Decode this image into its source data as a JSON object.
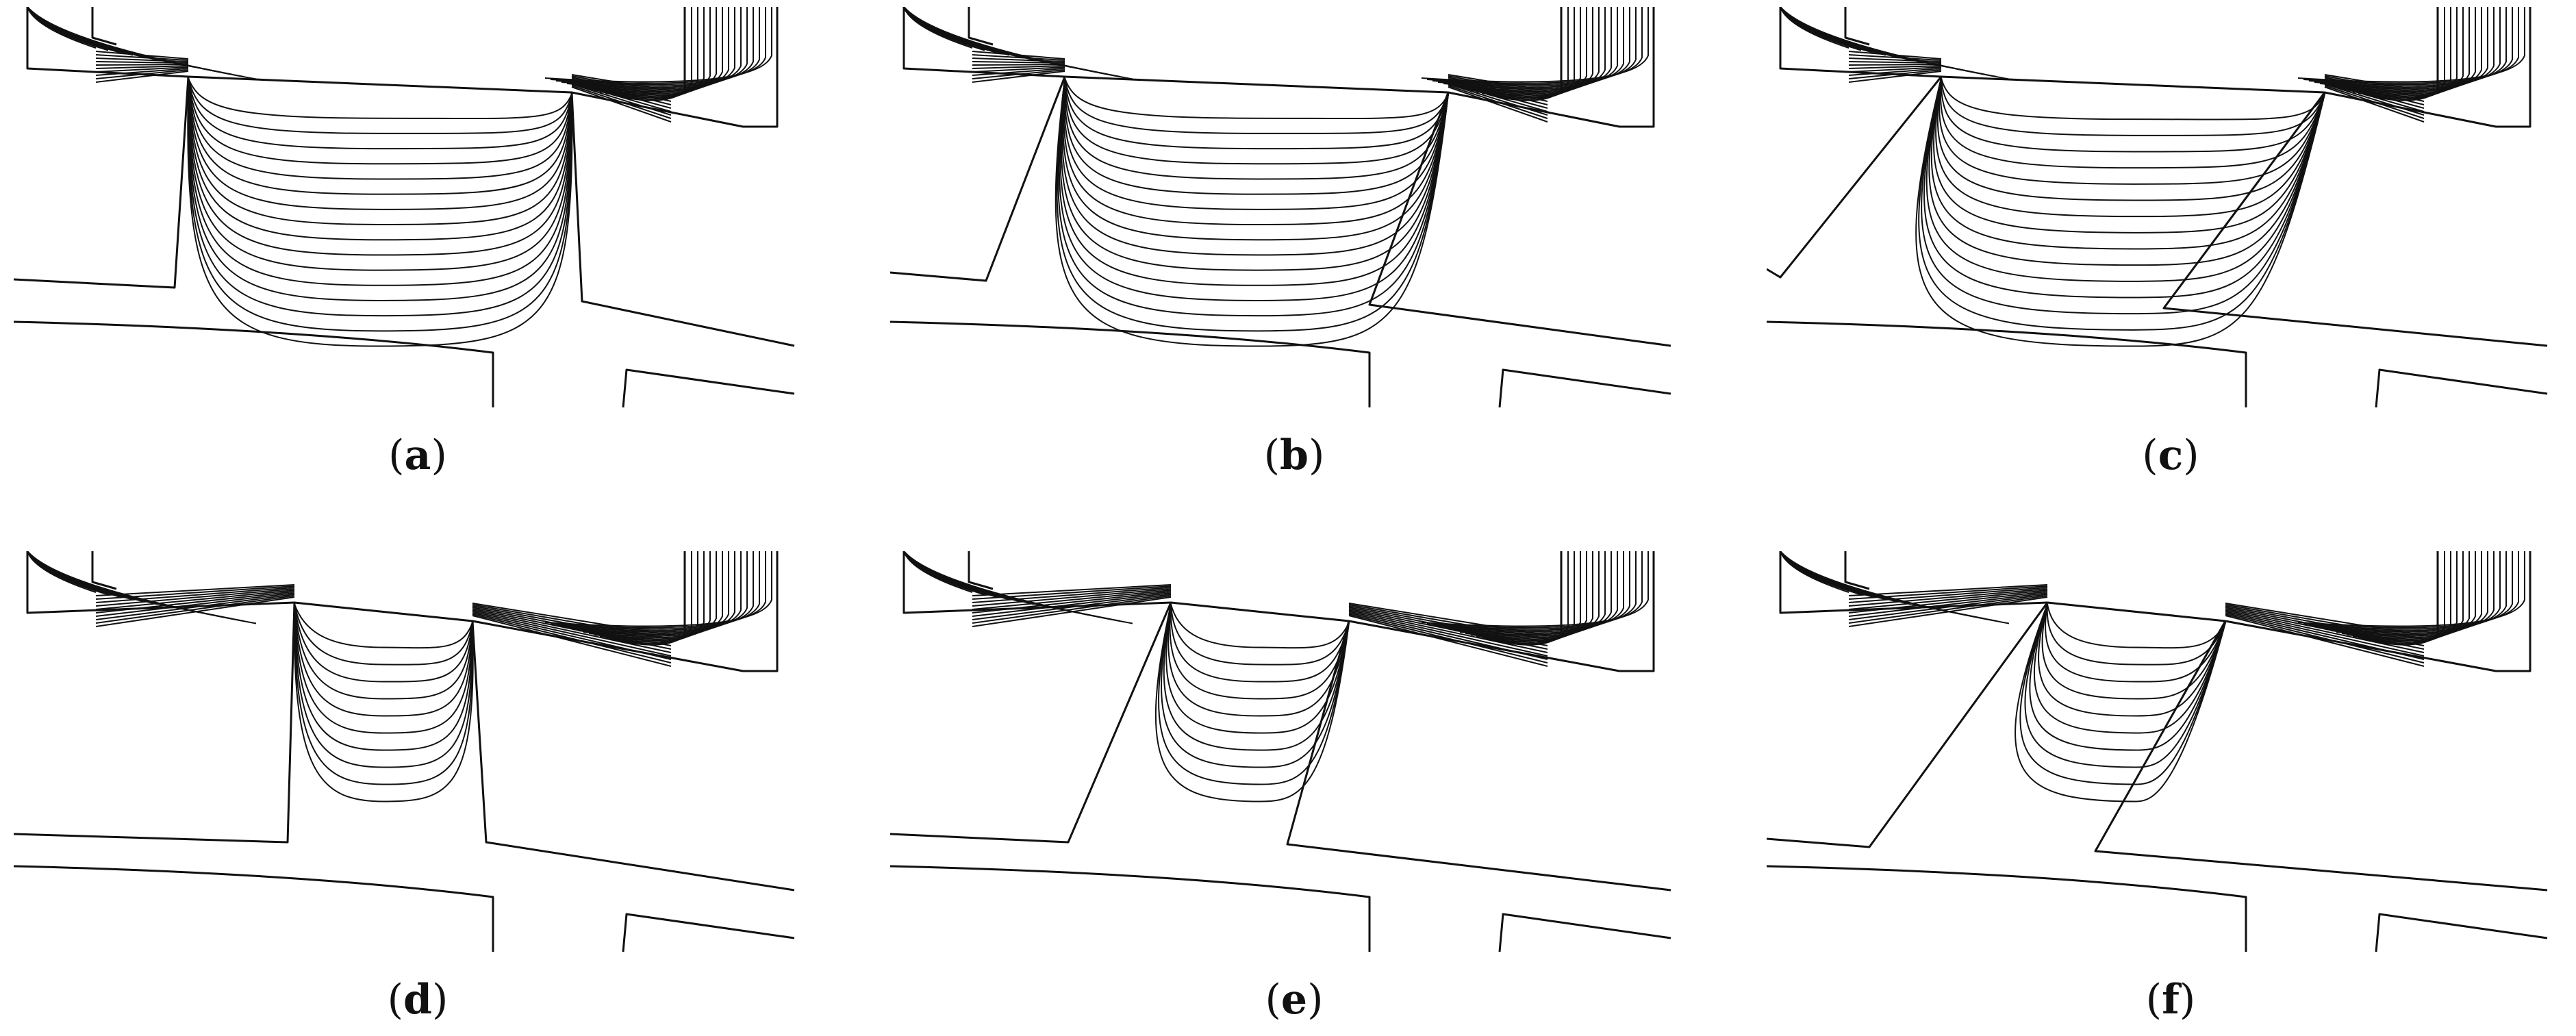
{
  "figure": {
    "panels": [
      {
        "label": "a",
        "variant": "straight",
        "slot_width": "wide",
        "field_lines": 16
      },
      {
        "label": "b",
        "variant": "tapered",
        "slot_width": "wide",
        "field_lines": 16
      },
      {
        "label": "c",
        "variant": "skewed",
        "slot_width": "wide",
        "field_lines": 15
      },
      {
        "label": "d",
        "variant": "straight",
        "slot_width": "narrow",
        "field_lines": 10
      },
      {
        "label": "e",
        "variant": "tapered",
        "slot_width": "narrow",
        "field_lines": 10
      },
      {
        "label": "f",
        "variant": "skewed",
        "slot_width": "narrow",
        "field_lines": 10
      }
    ],
    "line_color": "#111111",
    "background": "#ffffff"
  }
}
